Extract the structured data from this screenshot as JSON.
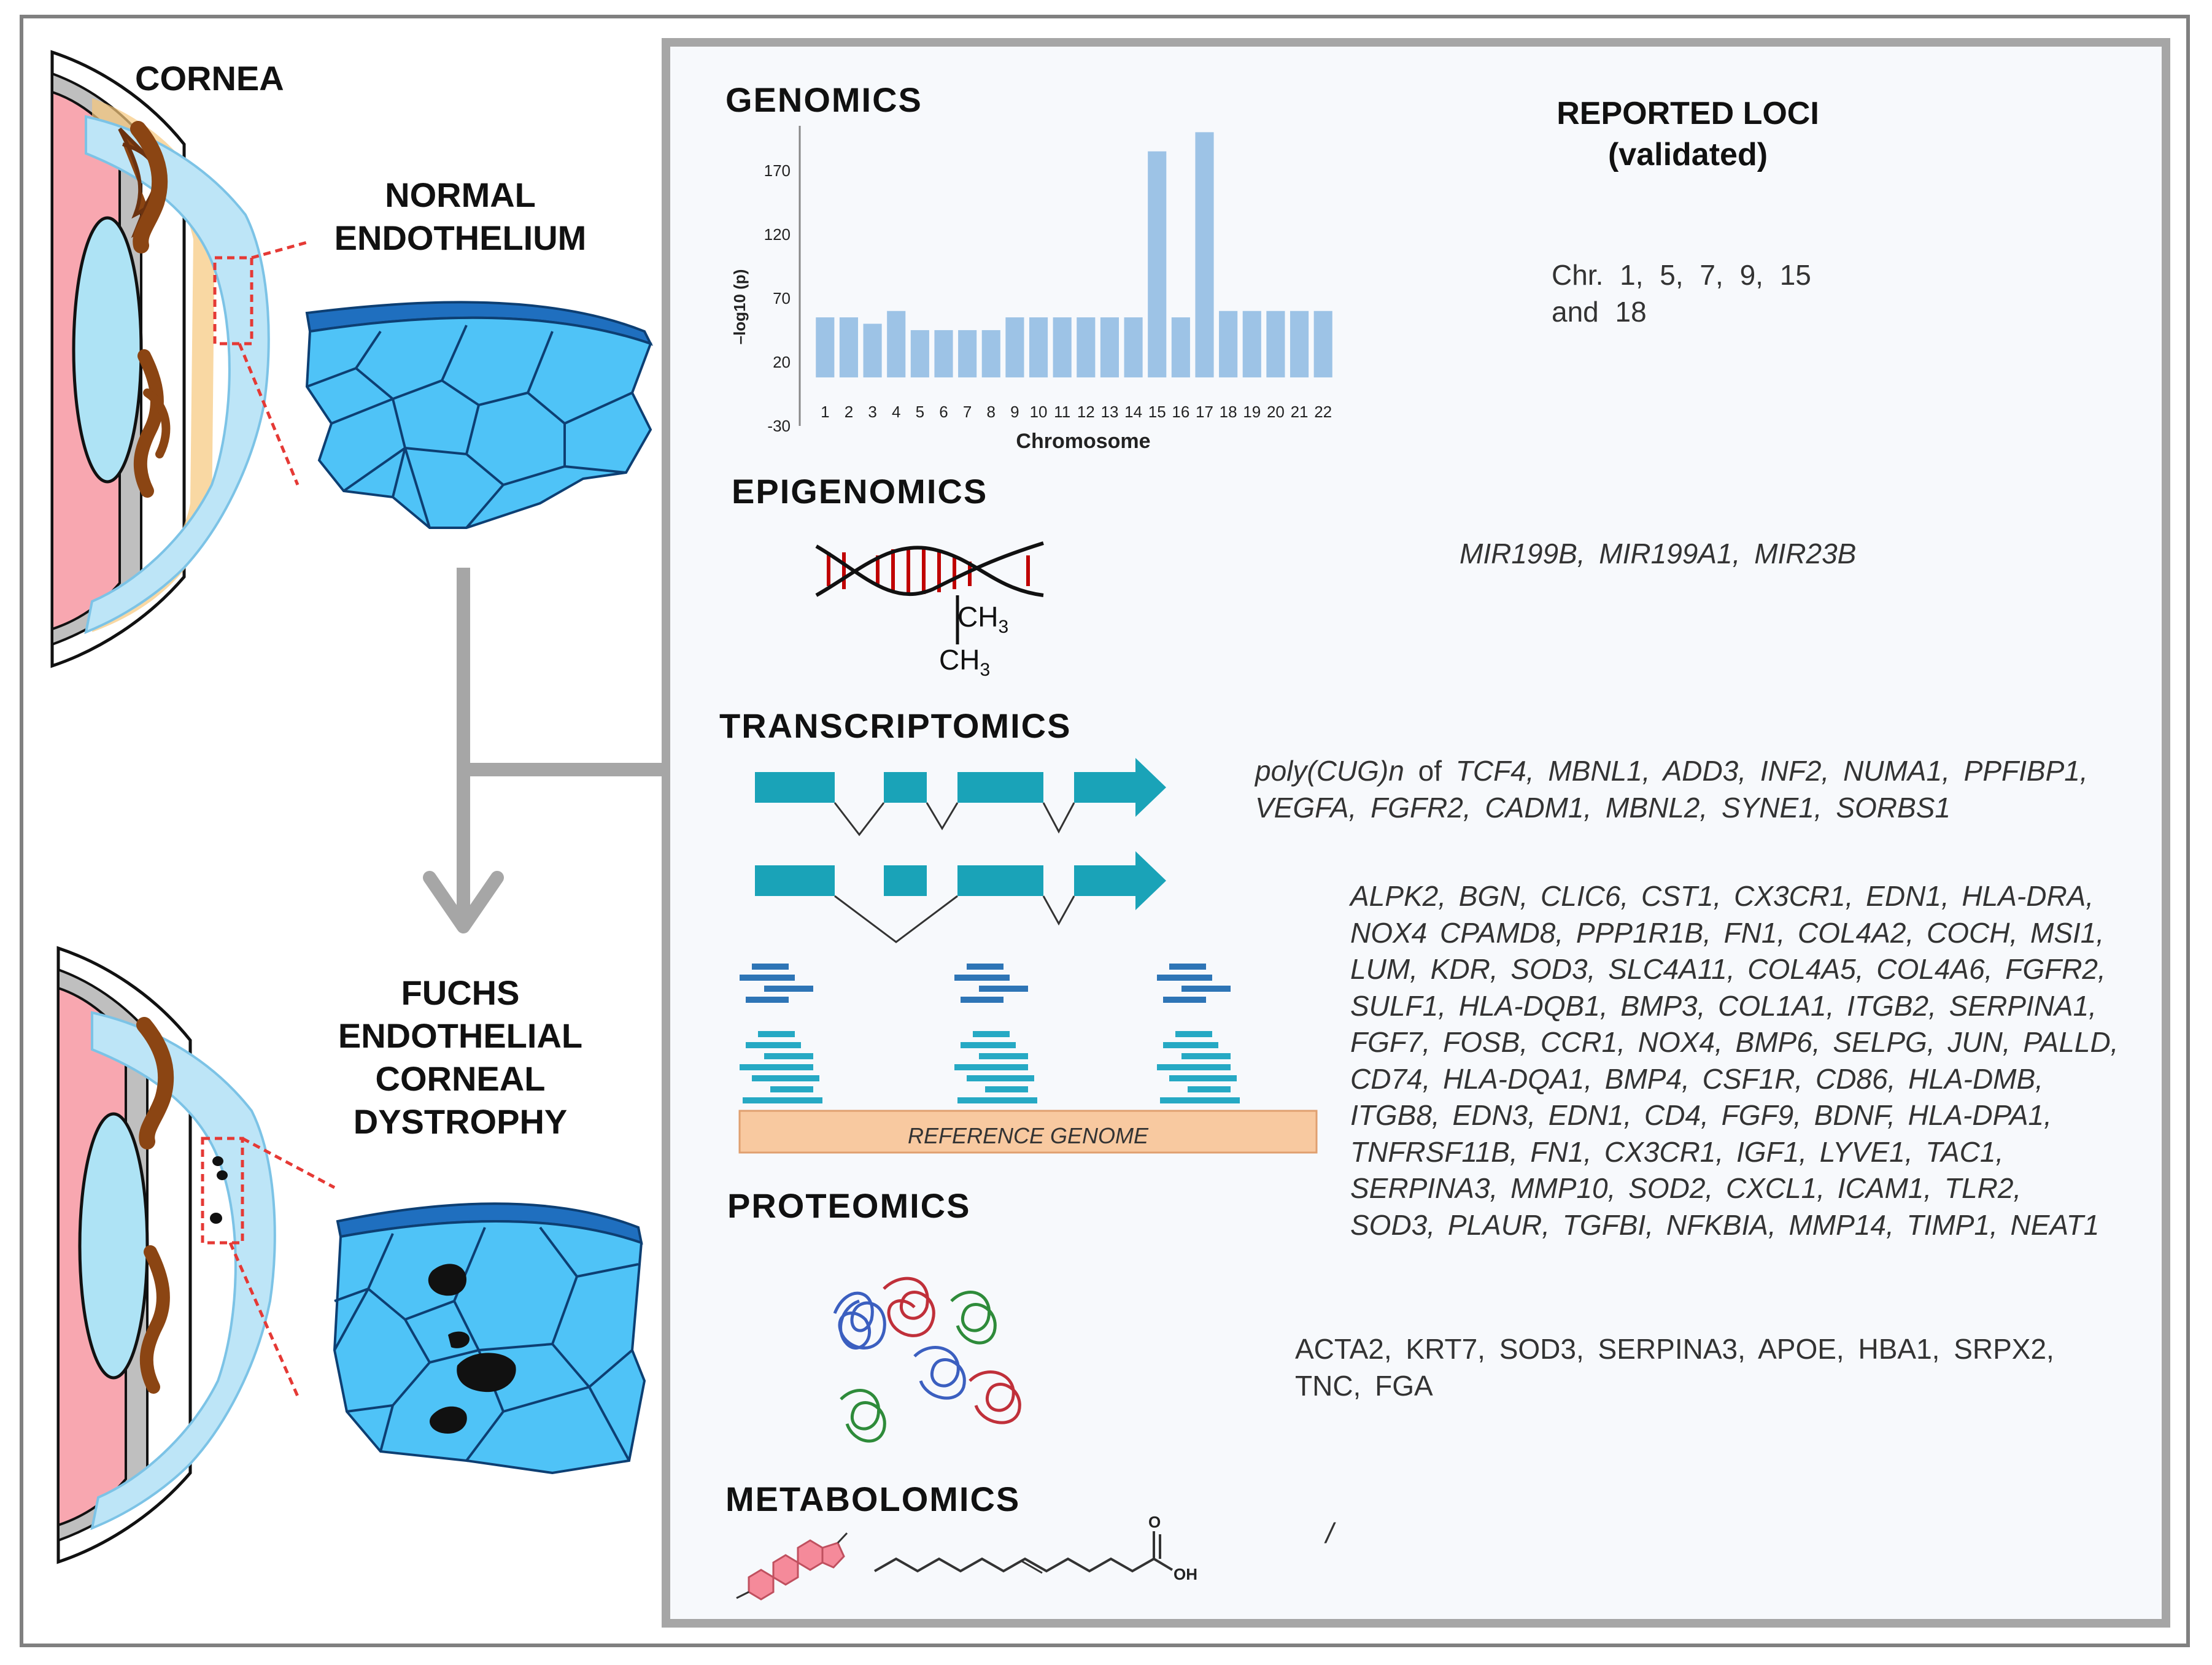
{
  "left": {
    "cornea_label": "CORNEA",
    "normal_label": [
      "NORMAL",
      "ENDOTHELIUM"
    ],
    "fuchs_label": [
      "FUCHS",
      "ENDOTHELIAL",
      "CORNEAL",
      "DYSTROPHY"
    ]
  },
  "sections": {
    "genomics": "GENOMICS",
    "epigenomics": "EPIGENOMICS",
    "transcriptomics": "TRANSCRIPTOMICS",
    "proteomics": "PROTEOMICS",
    "metabolomics": "METABOLOMICS"
  },
  "genomics": {
    "reported_title": [
      "REPORTED LOCI",
      "(validated)"
    ],
    "loci_text": [
      "Chr. 1, 5, 7, 9, 15",
      "and 18"
    ]
  },
  "chart_data": {
    "type": "bar",
    "xlabel": "Chromosome",
    "ylabel": "–log10 (p)",
    "ylim": [
      -30,
      205
    ],
    "yticks": [
      -30,
      20,
      70,
      120,
      170
    ],
    "categories": [
      "1",
      "2",
      "3",
      "4",
      "5",
      "6",
      "7",
      "8",
      "9",
      "10",
      "11",
      "12",
      "13",
      "14",
      "15",
      "16",
      "17",
      "18",
      "19",
      "20",
      "21",
      "22"
    ],
    "values": [
      55,
      55,
      50,
      60,
      45,
      45,
      45,
      45,
      55,
      55,
      55,
      55,
      55,
      55,
      185,
      55,
      200,
      60,
      60,
      60,
      60,
      60
    ],
    "bar_color": "#9dc3e6"
  },
  "epigenomics": {
    "ch3": "CH",
    "ch3_sub": "3",
    "genes": "MIR199B, MIR199A1, MIR23B"
  },
  "transcriptomics": {
    "repeat_prefix": "poly(CUG)n",
    "repeat_of": "of",
    "repeat_genes": [
      "TCF4, MBNL1, ADD3, INF2, NUMA1, PPFIBP1,",
      "VEGFA, FGFR2, CADM1, MBNL2, SYNE1, SORBS1"
    ],
    "reference_genome": "REFERENCE GENOME",
    "de_genes": [
      "ALPK2, BGN, CLIC6, CST1, CX3CR1, EDN1, HLA-DRA,",
      "NOX4 CPAMD8, PPP1R1B, FN1, COL4A2, COCH, MSI1,",
      "LUM, KDR, SOD3, SLC4A11, COL4A5, COL4A6, FGFR2,",
      "SULF1, HLA-DQB1, BMP3, COL1A1, ITGB2, SERPINA1,",
      "FGF7, FOSB, CCR1, NOX4, BMP6, SELPG, JUN, PALLD,",
      "CD74, HLA-DQA1, BMP4, CSF1R, CD86, HLA-DMB,",
      "ITGB8, EDN3, EDN1, CD4, FGF9, BDNF, HLA-DPA1,",
      "TNFRSF11B, FN1, CX3CR1, IGF1, LYVE1, TAC1,",
      "SERPINA3, MMP10, SOD2, CXCL1, ICAM1, TLR2,",
      "SOD3, PLAUR, TGFBI, NFKBIA, MMP14, TIMP1, NEAT1"
    ]
  },
  "proteomics": {
    "genes": [
      "ACTA2, KRT7, SOD3, SERPINA3, APOE, HBA1, SRPX2,",
      "TNC, FGA"
    ]
  },
  "metabolomics": {
    "genes": "/",
    "o_label": "O",
    "oh_label": "OH"
  },
  "colors": {
    "panel_bg": "#f7f9fc",
    "panel_border": "#a6a6a6",
    "cell_fill": "#4fc3f7",
    "cell_top": "#1f6fbf",
    "exon": "#1aa3b8",
    "read_dark": "#2e75b6",
    "read_light": "#26a9c4",
    "dna_red": "#c00000",
    "ref_bar": "#f8c9a0"
  }
}
